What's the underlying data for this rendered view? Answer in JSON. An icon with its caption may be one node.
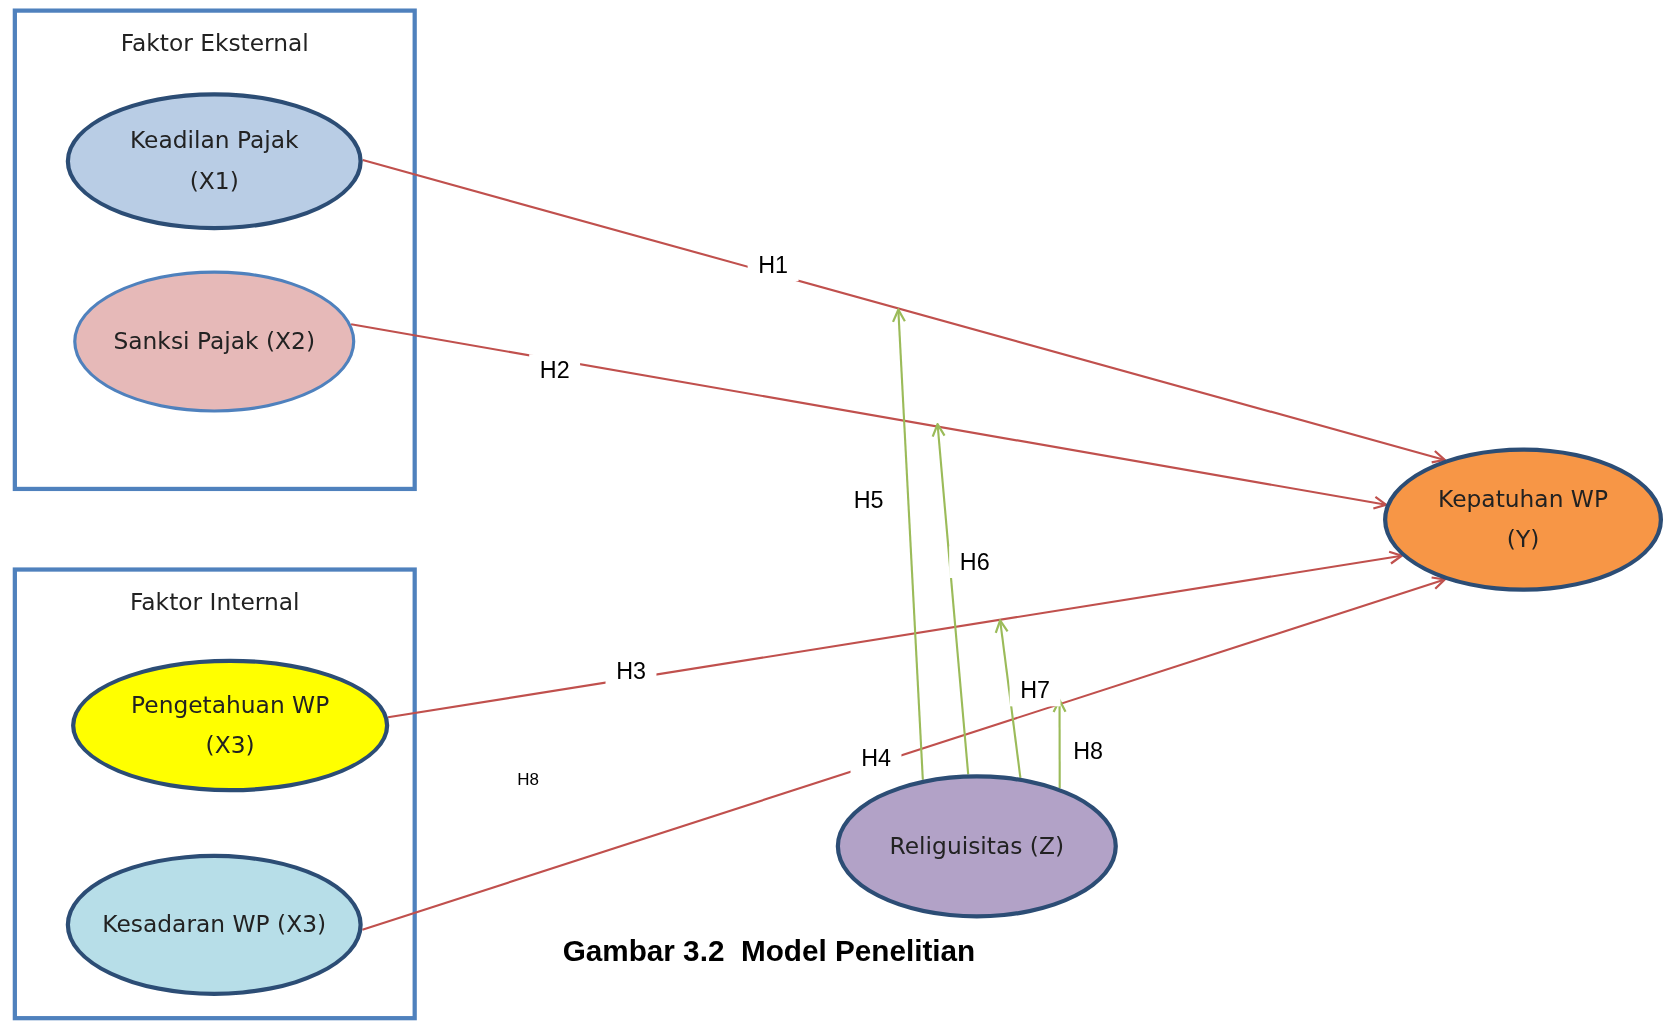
{
  "diagram": {
    "caption": "Gambar 3.2  Model Penelitian",
    "nodes": [
      {
        "text": [
          "Faktor Eksternal"
        ]
      },
      {
        "text": [
          "Keadilan Pajak (X1)"
        ],
        "in": 0
      },
      {
        "text": [
          "Sanksi Pajak (X2)"
        ],
        "in": 0
      },
      {
        "text": [
          "Faktor Internal"
        ]
      },
      {
        "text": [
          "Pengetahuan WP (X3)"
        ],
        "in": 3
      },
      {
        "text": [
          "Kesadaran WP (X3)"
        ],
        "in": 3
      },
      {
        "text": [
          "Kepatuhan WP (Y)"
        ]
      },
      {
        "text": [
          "Religuisitas (Z)"
        ]
      }
    ],
    "edges": [
      {
        "from": 1,
        "to": 6,
        "arrow": "to",
        "label": "H1",
        "color": "#c0504d"
      },
      {
        "from": 2,
        "to": 6,
        "arrow": "to",
        "label": "H2",
        "color": "#c0504d"
      },
      {
        "from": 4,
        "to": 6,
        "arrow": "to",
        "label": "H3",
        "color": "#c0504d"
      },
      {
        "from": 5,
        "to": 6,
        "arrow": "to",
        "label": "H4",
        "color": "#c0504d"
      },
      {
        "from": 7,
        "to": null,
        "arrow": "to",
        "label": "H5",
        "color": "#9bbb59"
      },
      {
        "from": 7,
        "to": null,
        "arrow": "to",
        "label": "H6",
        "color": "#9bbb59"
      },
      {
        "from": 7,
        "to": null,
        "arrow": "to",
        "label": "H7",
        "color": "#9bbb59"
      },
      {
        "from": 7,
        "to": null,
        "arrow": "to",
        "label": "H8",
        "color": "#9bbb59"
      }
    ],
    "labels": [
      "H8"
    ]
  }
}
